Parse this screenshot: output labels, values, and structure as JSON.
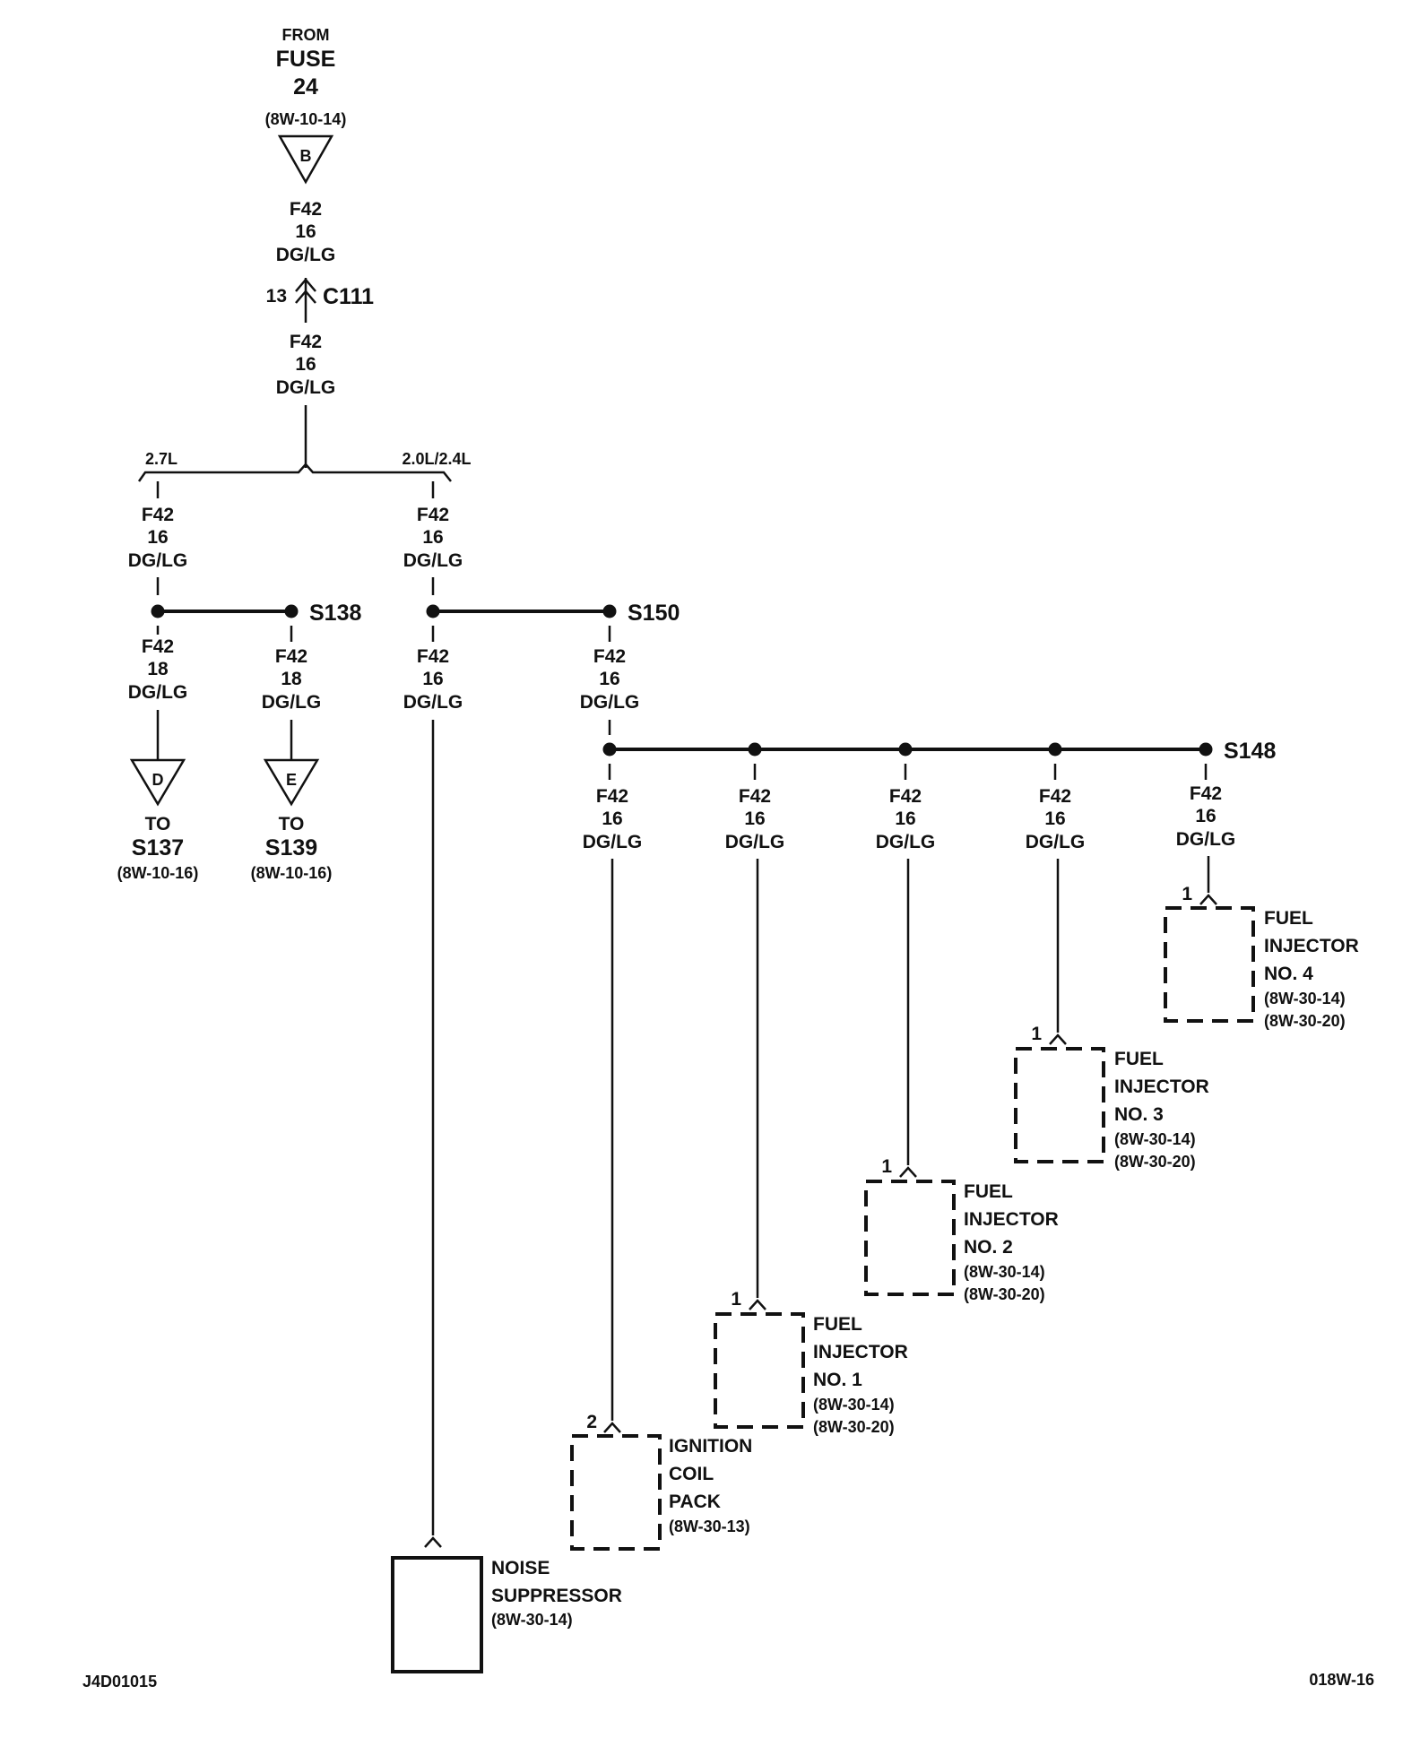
{
  "source": {
    "from": "FROM",
    "fuse": "FUSE",
    "fuse_no": "24",
    "ref": "(8W-10-14)",
    "tag": "B"
  },
  "wire": {
    "circuit": "F42",
    "gauge16": "16",
    "gauge18": "18",
    "color": "DG/LG"
  },
  "connector": {
    "name": "C111",
    "pin": "13"
  },
  "branches": {
    "left": "2.7L",
    "right": "2.0L/2.4L"
  },
  "splices": {
    "s138": "S138",
    "s150": "S150",
    "s148": "S148"
  },
  "offpage": [
    {
      "tag": "D",
      "to": "TO",
      "dest": "S137",
      "ref": "(8W-10-16)"
    },
    {
      "tag": "E",
      "to": "TO",
      "dest": "S139",
      "ref": "(8W-10-16)"
    }
  ],
  "components": {
    "noise": {
      "l1": "NOISE",
      "l2": "SUPPRESSOR",
      "ref1": "(8W-30-14)"
    },
    "coil": {
      "pin": "2",
      "l1": "IGNITION",
      "l2": "COIL",
      "l3": "PACK",
      "ref1": "(8W-30-13)"
    },
    "inj1": {
      "pin": "1",
      "l1": "FUEL",
      "l2": "INJECTOR",
      "l3": "NO. 1",
      "ref1": "(8W-30-14)",
      "ref2": "(8W-30-20)"
    },
    "inj2": {
      "pin": "1",
      "l1": "FUEL",
      "l2": "INJECTOR",
      "l3": "NO. 2",
      "ref1": "(8W-30-14)",
      "ref2": "(8W-30-20)"
    },
    "inj3": {
      "pin": "1",
      "l1": "FUEL",
      "l2": "INJECTOR",
      "l3": "NO. 3",
      "ref1": "(8W-30-14)",
      "ref2": "(8W-30-20)"
    },
    "inj4": {
      "pin": "1",
      "l1": "FUEL",
      "l2": "INJECTOR",
      "l3": "NO. 4",
      "ref1": "(8W-30-14)",
      "ref2": "(8W-30-20)"
    }
  },
  "footer": {
    "left": "J4D01015",
    "right": "018W-16"
  }
}
